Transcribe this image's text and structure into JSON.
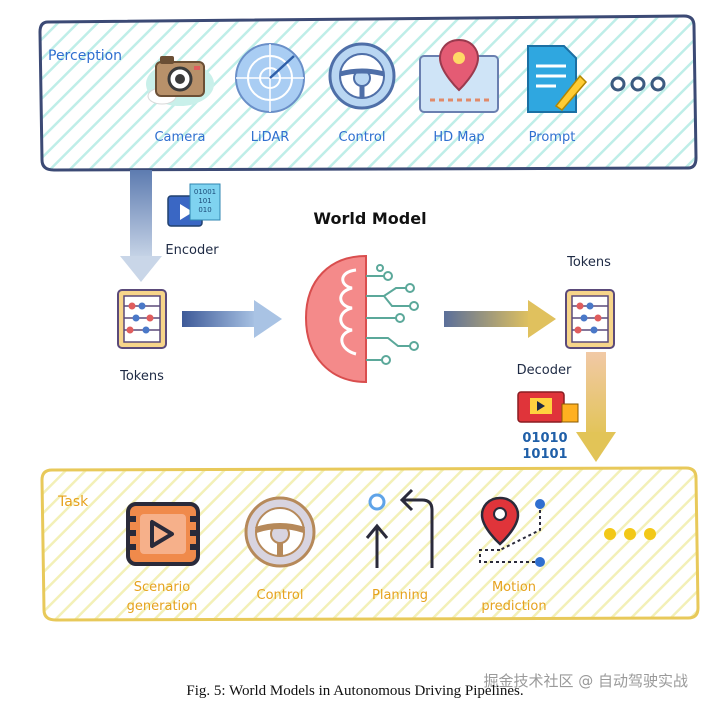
{
  "perception": {
    "title": "Perception",
    "items": [
      {
        "label": "Camera",
        "icon": "camera-icon"
      },
      {
        "label": "LiDAR",
        "icon": "radar-icon"
      },
      {
        "label": "Control",
        "icon": "steering-wheel-icon"
      },
      {
        "label": "HD Map",
        "icon": "map-pin-icon"
      },
      {
        "label": "Prompt",
        "icon": "document-pen-icon"
      }
    ],
    "more_icon": "ellipsis-icon"
  },
  "encoder": {
    "label": "Encoder",
    "icon": "video-binary-icon"
  },
  "world_model": {
    "title": "World Model",
    "icon": "brain-circuit-icon"
  },
  "tokens_left": {
    "label": "Tokens",
    "icon": "abacus-icon"
  },
  "tokens_right": {
    "label": "Tokens",
    "icon": "abacus-icon"
  },
  "decoder": {
    "label": "Decoder",
    "icon": "video-binary-icon",
    "bits_top": "01010",
    "bits_bottom": "10101"
  },
  "task": {
    "title": "Task",
    "items": [
      {
        "label_line1": "Scenario",
        "label_line2": "generation",
        "icon": "video-play-icon"
      },
      {
        "label_line1": "Control",
        "label_line2": "",
        "icon": "steering-wheel-icon"
      },
      {
        "label_line1": "Planning",
        "label_line2": "",
        "icon": "route-arrows-icon"
      },
      {
        "label_line1": "Motion",
        "label_line2": "prediction",
        "icon": "trajectory-pin-icon"
      }
    ],
    "more_icon": "ellipsis-icon"
  },
  "caption": "Fig. 5: World Models in Autonomous Driving Pipelines.",
  "watermark": "掘金技术社区 @ 自动驾驶实战",
  "colors": {
    "perception_border": "#3c4a75",
    "perception_label": "#2f6fd0",
    "hatch_cyan": "#bfeee8",
    "task_border": "#e8c95a",
    "task_label": "#e6a21e",
    "hatch_yellow": "#f3f0b8",
    "arrow_blue": "#8aa7cf",
    "arrow_gold": "#d9b85a"
  }
}
